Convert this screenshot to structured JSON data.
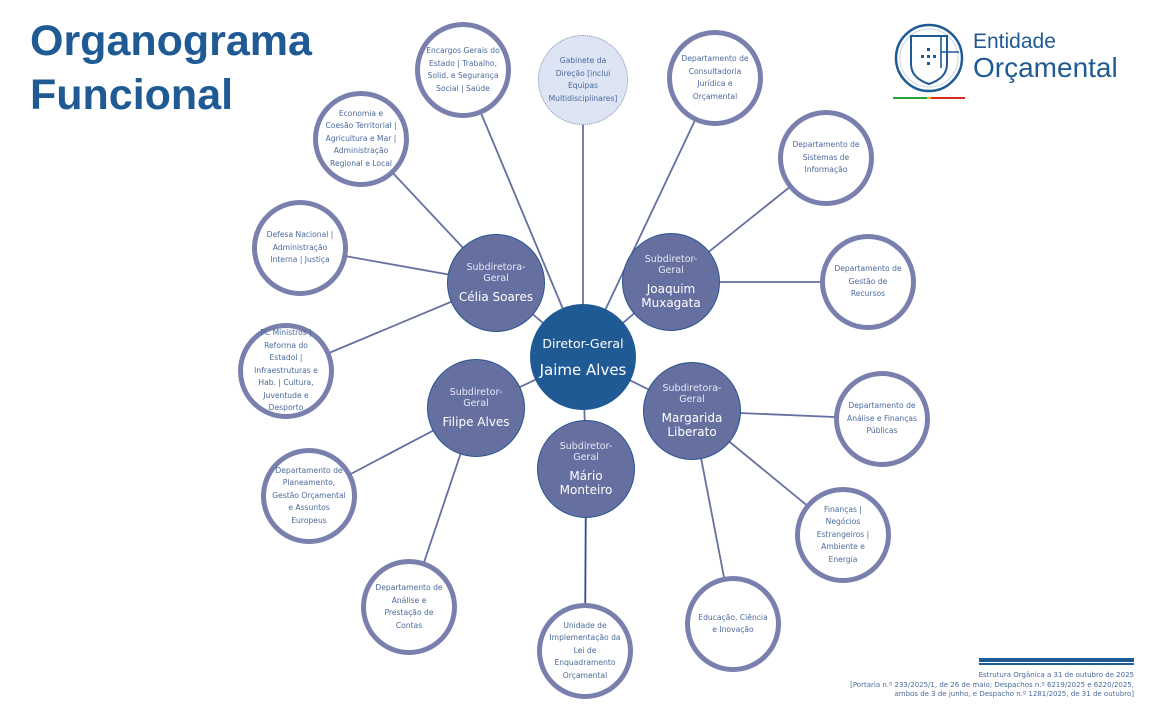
{
  "title": {
    "line1": "Organograma",
    "line2": "Funcional"
  },
  "logo": {
    "line1": "Entidade",
    "line2": "Orçamental",
    "icon": "portuguese-shield-icon",
    "stripe_colors": [
      "#2aa33a",
      "#f2b61c",
      "#d62b1f"
    ]
  },
  "colors": {
    "primary": "#1f5a94",
    "subdirector": "#6670a0",
    "leaf_border": "#7a80ad",
    "leaf_text": "#4a6a9c",
    "cabinet_fill": "#dde4f4"
  },
  "director": {
    "role": "Diretor-Geral",
    "name": "Jaime Alves"
  },
  "subdirectors": [
    {
      "id": "celia",
      "role": "Subdiretora-Geral",
      "name": "Célia Soares"
    },
    {
      "id": "joaquim",
      "role": "Subdiretor-Geral",
      "name": "Joaquim Muxagata"
    },
    {
      "id": "filipe",
      "role": "Subdiretor-Geral",
      "name": "Filipe Alves"
    },
    {
      "id": "margarida",
      "role": "Subdiretora-Geral",
      "name": "Margarida Liberato"
    },
    {
      "id": "mario",
      "role": "Subdiretor-Geral",
      "name": "Mário Monteiro"
    }
  ],
  "units": [
    {
      "id": "encargos",
      "parent": "director",
      "text": "Encargos Gerais do Estado | Trabalho, Solid. e Segurança Social | Saúde"
    },
    {
      "id": "gabinete",
      "parent": "director",
      "style": "dashed",
      "text": "Gabinete da Direção [inclui Equipas Multidisciplinares]"
    },
    {
      "id": "consultadoria",
      "parent": "director",
      "text": "Departamento de Consultadoria Jurídica e Orçamental"
    },
    {
      "id": "economia",
      "parent": "celia",
      "text": "Economia e Coesão Territorial | Agricultura e Mar | Administração Regional e Local"
    },
    {
      "id": "defesa",
      "parent": "celia",
      "text": "Defesa Nacional | Administração Interna | Justiça"
    },
    {
      "id": "pcm",
      "parent": "celia",
      "text": "PC Ministros | Reforma do Estadol | Infraestruturas e Hab. | Cultura, Juventude e Desporto"
    },
    {
      "id": "sistemas",
      "parent": "joaquim",
      "text": "Departamento de Sistemas de Informação"
    },
    {
      "id": "recursos",
      "parent": "joaquim",
      "text": "Departamento de Gestão de Recursos"
    },
    {
      "id": "planeamento",
      "parent": "filipe",
      "text": "Departamento de Planeamento, Gestão Orçamental e Assuntos Europeus"
    },
    {
      "id": "prestacao",
      "parent": "filipe",
      "text": "Departamento de Análise e Prestação de Contas"
    },
    {
      "id": "financas_publicas",
      "parent": "margarida",
      "text": "Departamento de Análise e Finanças Públicas"
    },
    {
      "id": "financas",
      "parent": "margarida",
      "text": "Finanças | Negócios Estrangeiros | Ambiente e Energia"
    },
    {
      "id": "educacao",
      "parent": "margarida",
      "text": "Educação, Ciência e Inovação"
    },
    {
      "id": "unidade",
      "parent": "mario",
      "text": "Unidade de Implementação da Lei de Enquadramento Orçamental"
    }
  ],
  "footer": {
    "line1": "Estrutura Orgânica a 31 de outubro de 2025",
    "line2": "[Portaria n.º 233/2025/1, de 26 de maio; Despachos n.º 6219/2025 e 6220/2025,",
    "line3": "ambos de 3 de junho, e Despacho n.º 1281/2025, de 31 de outubro]"
  }
}
